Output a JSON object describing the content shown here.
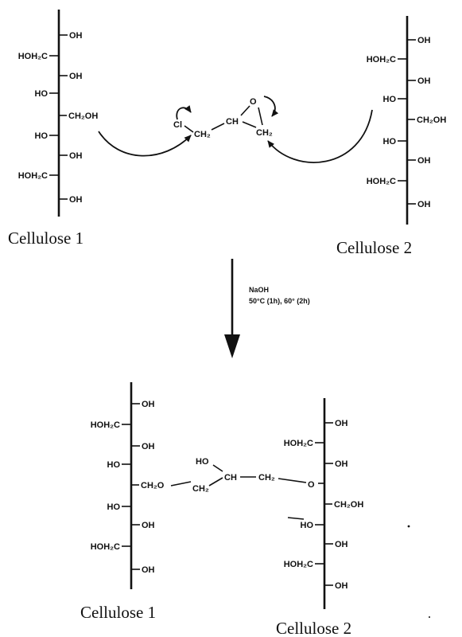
{
  "chem": {
    "oh": "OH",
    "hoh2c": "HOH₂C",
    "ho": "HO",
    "ch2oh": "CH₂OH",
    "cl": "Cl",
    "ch2": "CH₂",
    "ch": "CH",
    "o": "O",
    "ch2o": "CH₂O",
    "o_dash": "O"
  },
  "top": {
    "caption_1": "Cellulose 1",
    "caption_2": "Cellulose 2"
  },
  "reaction": {
    "reagent": "NaOH",
    "conditions": "50°C (1h), 60° (2h)"
  },
  "bottom": {
    "caption_1": "Cellulose 1",
    "caption_2": "Cellulose 2"
  }
}
